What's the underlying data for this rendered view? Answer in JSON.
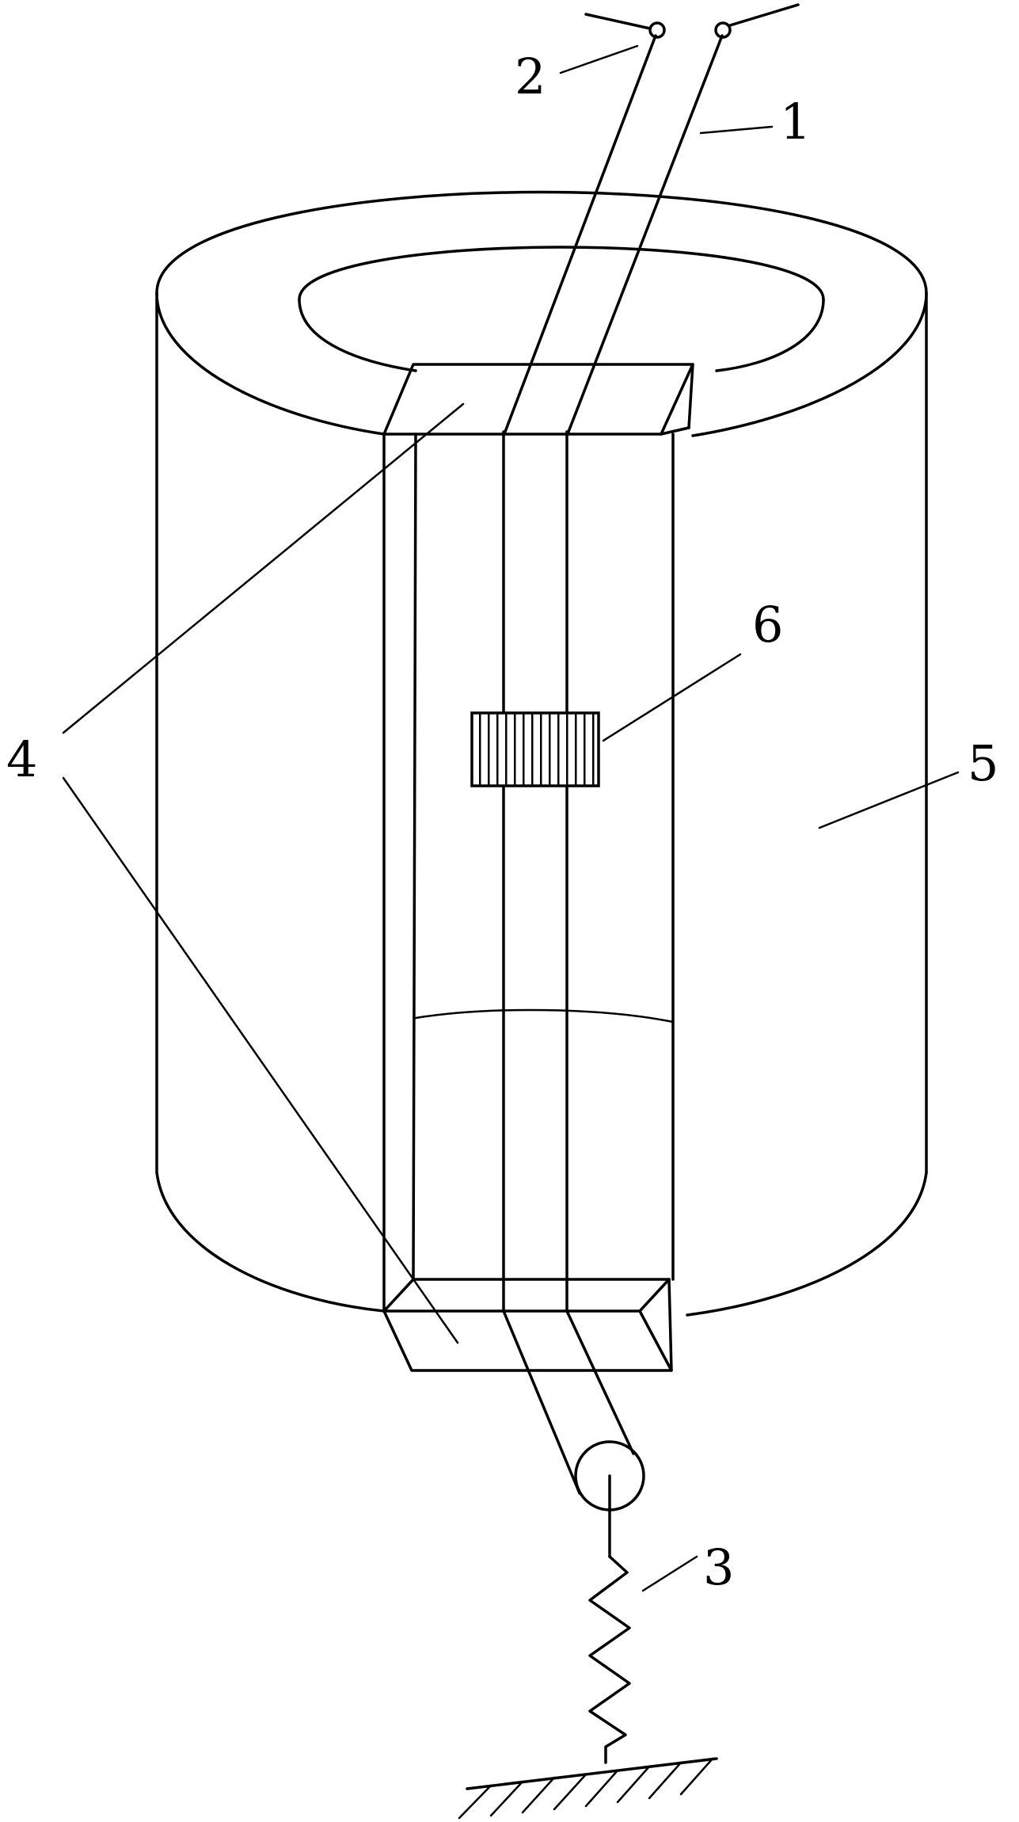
{
  "labels": {
    "one": "1",
    "two": "2",
    "three": "3",
    "four": "4",
    "five": "5",
    "six": "6"
  },
  "colors": {
    "stroke": "#000000",
    "background": "#ffffff"
  }
}
